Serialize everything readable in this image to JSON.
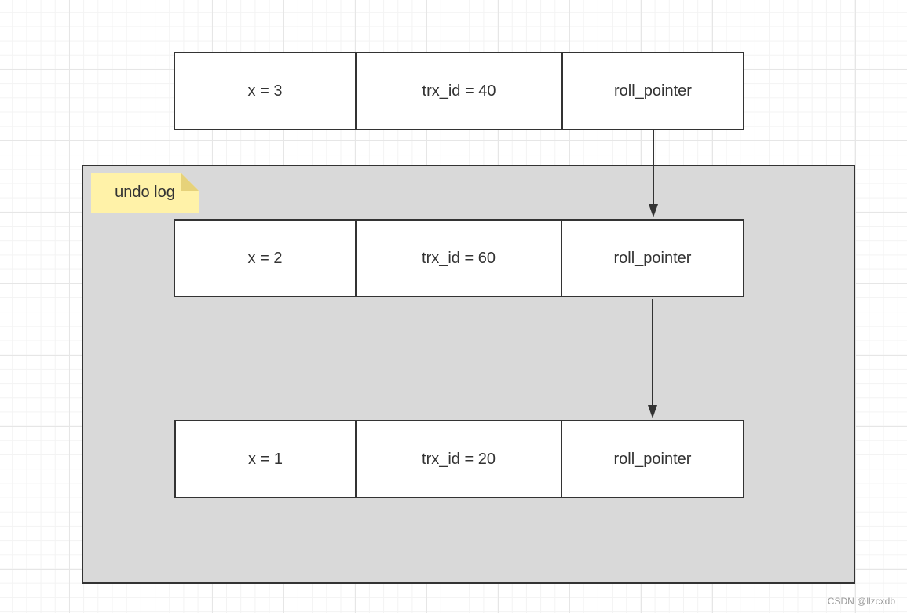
{
  "note": {
    "label": "undo log"
  },
  "records": [
    {
      "value": "x = 3",
      "trx": "trx_id = 40",
      "pointer": "roll_pointer"
    },
    {
      "value": "x = 2",
      "trx": "trx_id = 60",
      "pointer": "roll_pointer"
    },
    {
      "value": "x = 1",
      "trx": "trx_id = 20",
      "pointer": "roll_pointer"
    }
  ],
  "watermark": "CSDN @llzcxdb"
}
